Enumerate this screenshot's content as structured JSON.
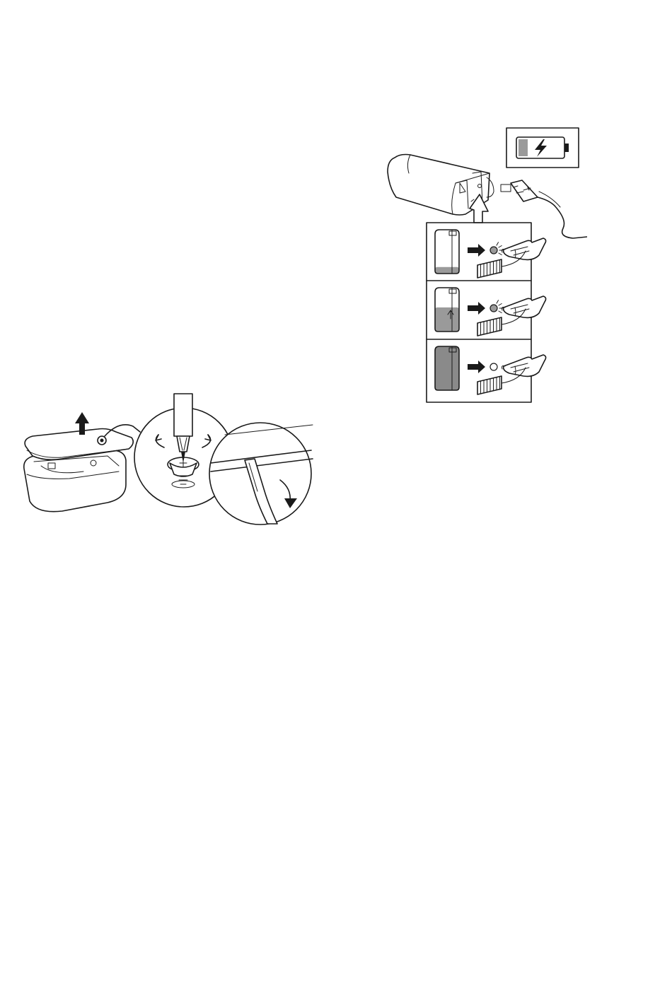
{
  "figures": {
    "charging": {
      "battery_icon": "battery-charging-icon",
      "cable_icon": "usb-icon",
      "levels": [
        {
          "state": "low",
          "fill_fraction": 0.15,
          "led": "blinking",
          "fill_color": "#9a9a9a"
        },
        {
          "state": "charging",
          "fill_fraction": 0.55,
          "led": "blinking",
          "fill_color": "#9a9a9a"
        },
        {
          "state": "full",
          "fill_fraction": 1.0,
          "led": "off",
          "fill_color": "#8a8a8a"
        }
      ]
    },
    "battery_access": {
      "steps": [
        "lift-lid-arrow-icon",
        "screwdriver-icon",
        "pry-tool-icon"
      ]
    }
  },
  "colors": {
    "line": "#1a1a1a",
    "fill_gray": "#9a9a9a",
    "background": "#ffffff"
  }
}
